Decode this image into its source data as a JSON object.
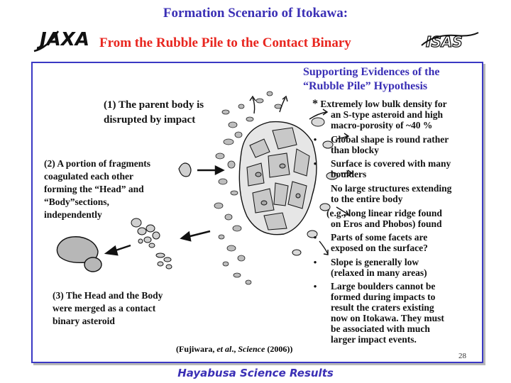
{
  "title": {
    "line1": "Formation Scenario of Itokawa:",
    "line2": "From the Rubble Pile to the Contact Binary"
  },
  "logos": {
    "left": "JAXA",
    "right": "ISAS"
  },
  "evidence": {
    "heading_line1": "Supporting Evidences of the",
    "heading_line2": "“Rubble Pile” Hypothesis",
    "items": [
      {
        "bullet": "*",
        "lines": [
          "Extremely low bulk density for",
          "an S-type asteroid and high",
          "macro-porosity of ~40 %"
        ]
      },
      {
        "bullet": "•",
        "lines": [
          "Global shape is round rather",
          "than blocky"
        ]
      },
      {
        "bullet": "•",
        "lines": [
          "Surface is covered with many",
          "boulders"
        ]
      },
      {
        "bullet": "",
        "lines": [
          "No large structures extending",
          "to the entire body"
        ]
      },
      {
        "bullet": "",
        "lines": [
          "(e.g., long linear ridge found",
          "on Eros and Phobos) found"
        ]
      },
      {
        "bullet": "•",
        "lines": [
          "Parts of some facets are",
          "exposed on the surface?"
        ]
      },
      {
        "bullet": "•",
        "lines": [
          "Slope is generally low",
          "(relaxed in many areas)"
        ]
      },
      {
        "bullet": "•",
        "lines": [
          "Large boulders cannot be",
          "formed during impacts to",
          "result the craters existing",
          "now on Itokawa. They must",
          "be associated with much",
          "larger impact events."
        ]
      }
    ]
  },
  "captions": {
    "step1": [
      "(1) The parent body is",
      "disrupted by impact"
    ],
    "step2": [
      "(2)  A portion of fragments",
      "coagulated each other",
      "forming  the “Head”  and",
      "“Body”sections,",
      "independently"
    ],
    "step3": [
      "(3) The Head and the Body",
      "were merged as a contact",
      "binary asteroid"
    ]
  },
  "citation": {
    "prefix": "(Fujiwara, ",
    "etal": "et al",
    "mid": "., ",
    "journal": "Science",
    "suffix": " (2006))"
  },
  "page_number": "28",
  "footer": "Hayabusa Science Results",
  "colors": {
    "title_blue": "#3a2fb5",
    "title_red": "#e8261f",
    "border": "#3a38c4"
  }
}
